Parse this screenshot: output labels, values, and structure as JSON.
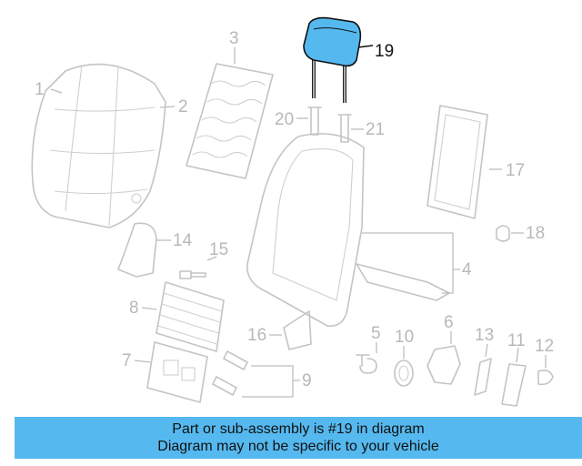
{
  "diagram": {
    "labels": {
      "p1": "1",
      "p2": "2",
      "p3": "3",
      "p4": "4",
      "p5": "5",
      "p6": "6",
      "p7": "7",
      "p8": "8",
      "p9": "9",
      "p10": "10",
      "p11": "11",
      "p12": "12",
      "p13": "13",
      "p14": "14",
      "p15": "15",
      "p16": "16",
      "p17": "17",
      "p18": "18",
      "p19": "19",
      "p20": "20",
      "p21": "21"
    },
    "highlight_part": "19",
    "colors": {
      "highlight_fill": "#55b9ef",
      "outline": "#c4c4c4",
      "label": "#b8b8b8"
    }
  },
  "info_bar": {
    "line1": "Part or sub-assembly is #19 in diagram",
    "line2": "Diagram may not be specific to your vehicle"
  }
}
